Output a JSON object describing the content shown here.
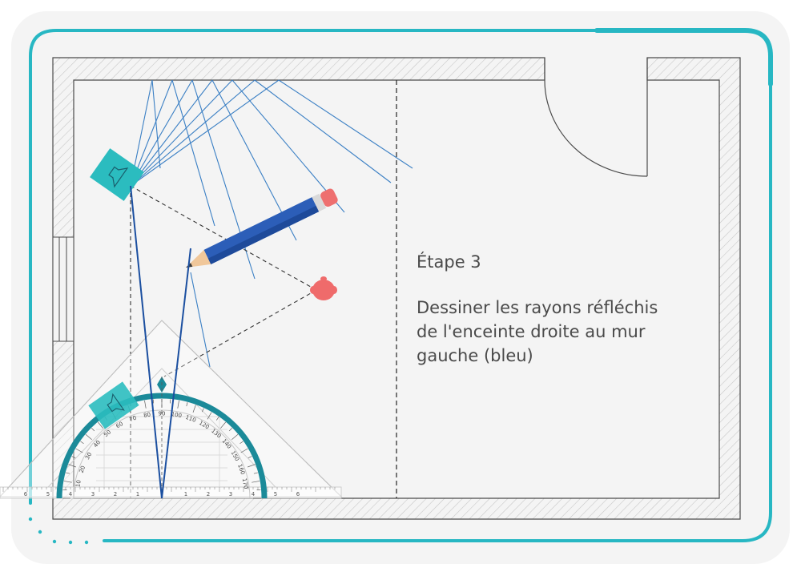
{
  "step": {
    "title": "Étape 3",
    "lines": [
      "Dessiner les rayons réfléchis",
      "de l'enceinte droite au mur",
      "gauche (bleu)"
    ]
  },
  "protractor": {
    "degree_labels": [
      "10",
      "20",
      "30",
      "40",
      "50",
      "60",
      "70",
      "80",
      "90",
      "100",
      "110",
      "120",
      "130",
      "140",
      "150",
      "160",
      "170"
    ],
    "ruler_labels": [
      "6",
      "5",
      "4",
      "3",
      "2",
      "1",
      "1",
      "2",
      "3",
      "4",
      "5",
      "6"
    ]
  },
  "colors": {
    "background": "#ffffff",
    "card": "#f4f4f4",
    "accent": "#27b7c3",
    "protractor_ring": "#1b8a99",
    "speaker": "#2bbcbf",
    "ray_blue": "#3a7fc4",
    "ray_dark": "#1b4fa0",
    "listener": "#ef6b6b",
    "pencil_body": "#2c5eb8",
    "pencil_eraser": "#ee6f6f",
    "wall_hatch": "#c8c8c8",
    "text": "#4a4a4a"
  }
}
